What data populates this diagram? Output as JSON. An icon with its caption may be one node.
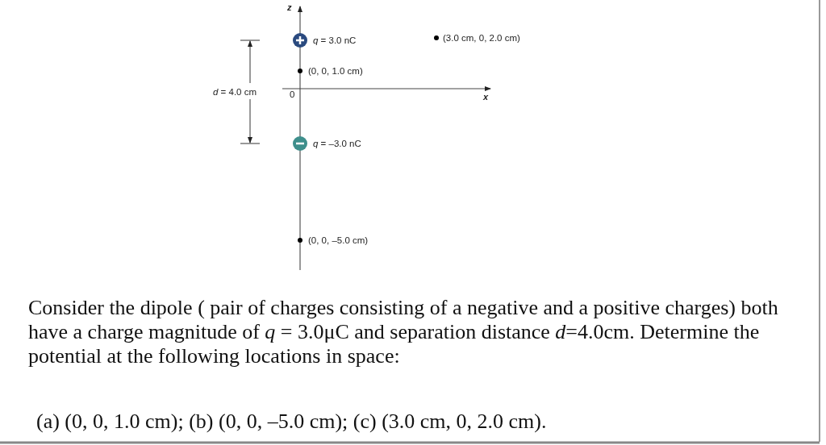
{
  "diagram": {
    "labels": [
      "z",
      "*q* = 3.0 nC",
      "(3.0 cm, 0, 2.0 cm)",
      "(0, 0, 1.0 cm)",
      "*d* = 4.0 cm",
      "0",
      "x",
      "*q* = –3.0 nC",
      "(0, 0, –5.0 cm)",
      "Consider the dipole ( pair of charges consisting of a negative and a positive charges) both have a charge magnitude of *q* = 3.0μC and separation distance *d*=4.0cm. Determine the potential at the following locations in space:",
      "(a) (0, 0, 1.0 cm); (b) (0, 0, –5.0 cm); (c) (3.0 cm, 0, 2.0 cm)."
    ]
  }
}
